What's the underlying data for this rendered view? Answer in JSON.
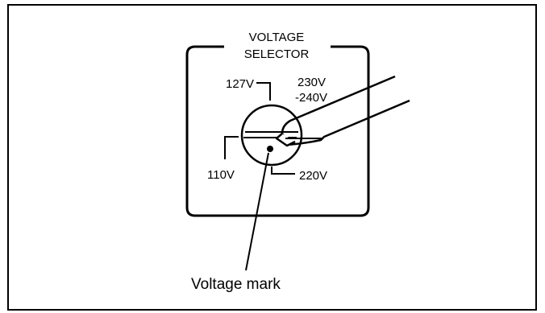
{
  "diagram": {
    "title_line1": "VOLTAGE",
    "title_line2": "SELECTOR",
    "labels": {
      "v127": "127V",
      "v230_line1": "230V",
      "v230_line2": "-240V",
      "v110": "110V",
      "v220": "220V"
    },
    "callout": "Voltage mark"
  }
}
